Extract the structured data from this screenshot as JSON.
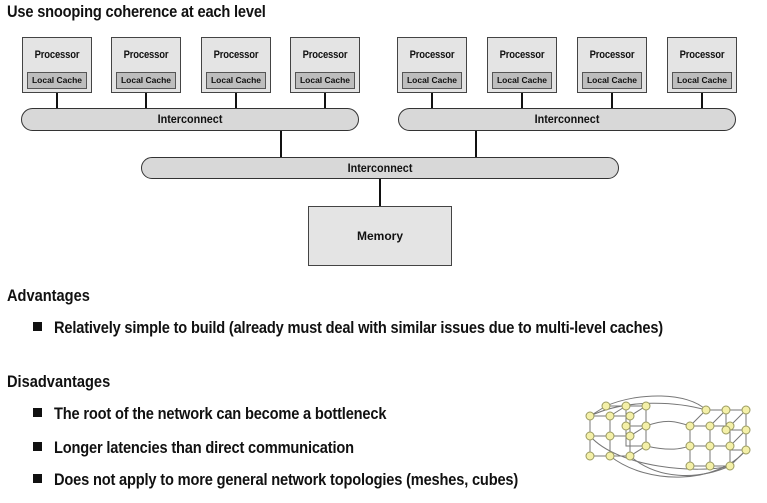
{
  "title": "Use snooping coherence at each level",
  "diagram": {
    "processor_label": "Processor",
    "cache_label": "Local Cache",
    "interconnect_left": "Interconnect",
    "interconnect_right": "Interconnect",
    "interconnect_root": "Interconnect",
    "memory": "Memory"
  },
  "advantages": {
    "heading": "Advantages",
    "items": [
      "Relatively simple to build (already must deal with similar issues due to multi-level caches)"
    ]
  },
  "disadvantages": {
    "heading": "Disadvantages",
    "items": [
      "The root of the network can become a bottleneck",
      "Longer latencies than direct communication",
      "Does not apply to more general network topologies (meshes, cubes)"
    ]
  },
  "colors": {
    "box_fill": "#e4e4e4",
    "cache_fill": "#bdbdbd",
    "bus_fill": "#d8d8d8",
    "topology_node": "#f4f0a8"
  },
  "icons": [
    "square-bullet-icon",
    "mesh-topology-icon"
  ]
}
